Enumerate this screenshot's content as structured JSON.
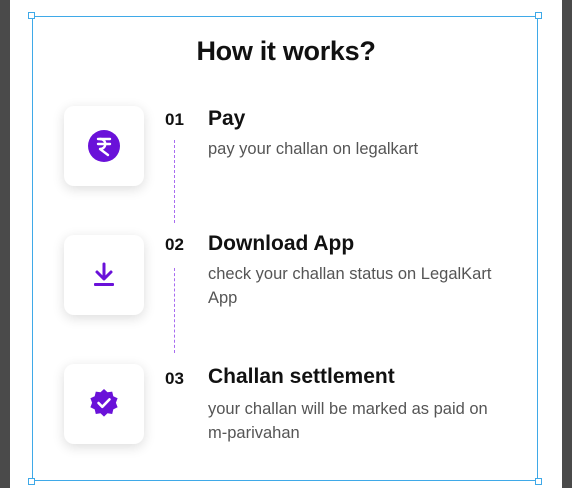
{
  "heading": "How it works?",
  "steps": [
    {
      "num": "01",
      "title": "Pay",
      "description": "pay your challan on legalkart",
      "icon": "rupee-icon"
    },
    {
      "num": "02",
      "title": "Download App",
      "description": "check your challan status on LegalKart App",
      "icon": "download-icon"
    },
    {
      "num": "03",
      "title": "Challan settlement",
      "description": "your challan will be marked as paid on m-parivahan",
      "icon": "verified-badge-icon"
    }
  ],
  "colors": {
    "accent": "#6a11d9",
    "connector": "#a86cf0",
    "selection": "#3fa9e8"
  }
}
